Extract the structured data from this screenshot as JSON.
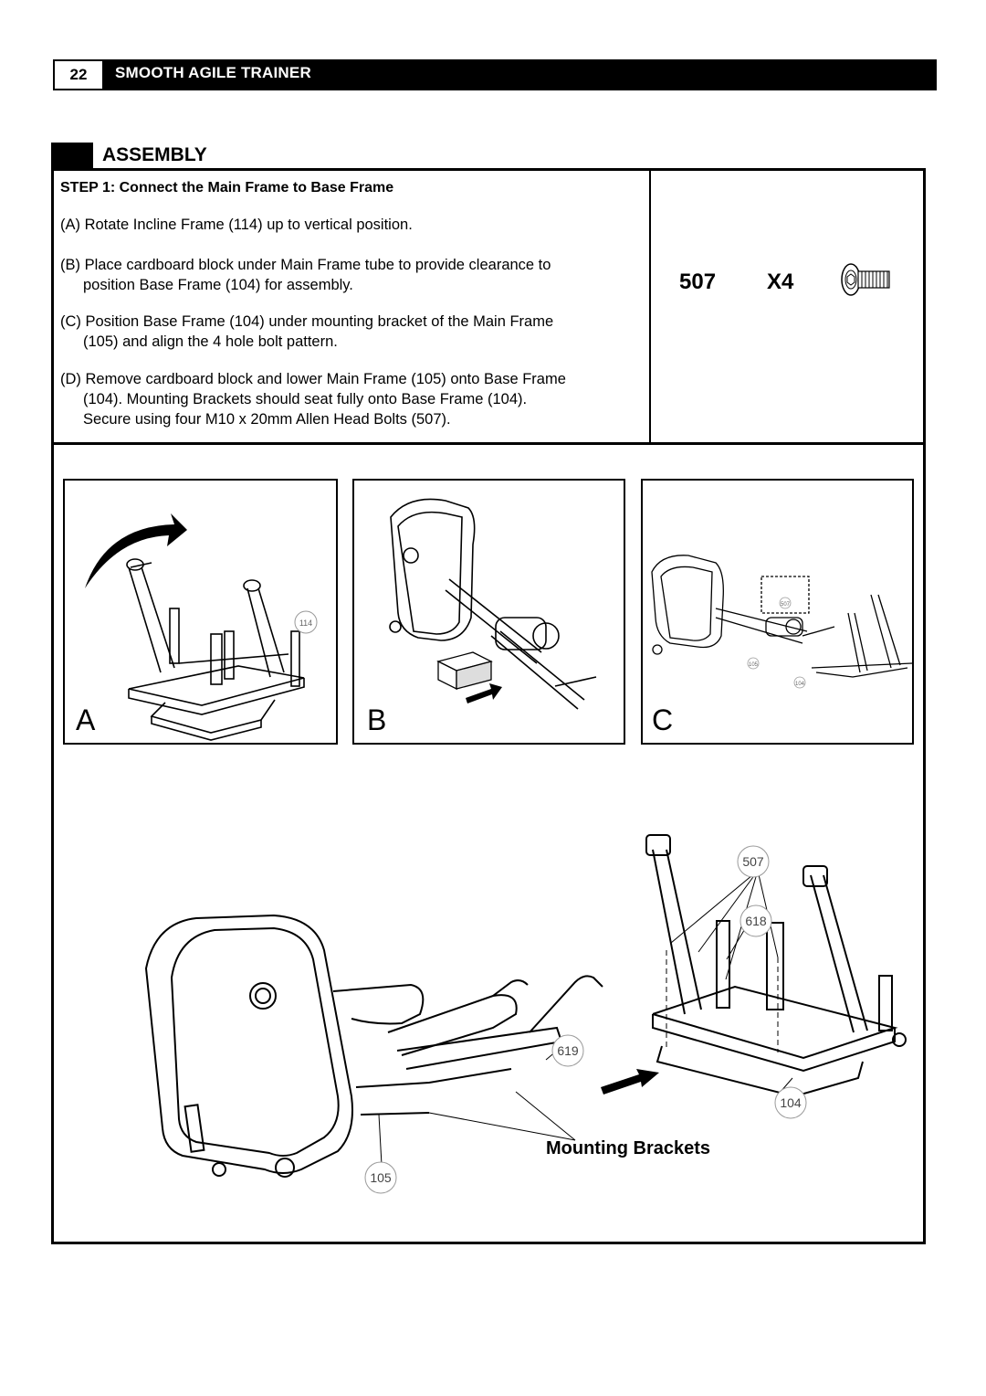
{
  "header": {
    "page_number": "22",
    "title": "SMOOTH AGILE TRAINER"
  },
  "section": {
    "title": "ASSEMBLY"
  },
  "step": {
    "label": "STEP 1",
    "title": ": Connect the Main Frame to Base Frame",
    "instructions": [
      {
        "line1": "(A) Rotate Incline Frame (114) up to vertical position.",
        "line2": "",
        "line3": ""
      },
      {
        "line1": "(B) Place cardboard block under Main Frame tube to provide clearance to",
        "line2": "position Base Frame (104) for assembly.",
        "line3": ""
      },
      {
        "line1": "(C) Position Base Frame (104) under mounting bracket of the Main Frame",
        "line2": "(105) and align the 4 hole bolt pattern.",
        "line3": ""
      },
      {
        "line1": "(D) Remove cardboard block and lower Main Frame (105) onto Base Frame",
        "line2": "(104). Mounting Brackets should seat fully onto Base Frame (104).",
        "line3": "Secure using four M10 x 20mm Allen Head Bolts (507)."
      }
    ]
  },
  "hardware": {
    "part_number": "507",
    "quantity": "X4",
    "icon": "allen-head-bolt-icon"
  },
  "panels": [
    {
      "letter": "A",
      "callouts": [
        "114"
      ]
    },
    {
      "letter": "B",
      "callouts": []
    },
    {
      "letter": "C",
      "callouts": [
        "507",
        "105",
        "104"
      ]
    }
  ],
  "main_figure": {
    "callouts": {
      "c507": "507",
      "c618": "618",
      "c619": "619",
      "c104": "104",
      "c105": "105"
    },
    "label": "Mounting Brackets"
  }
}
